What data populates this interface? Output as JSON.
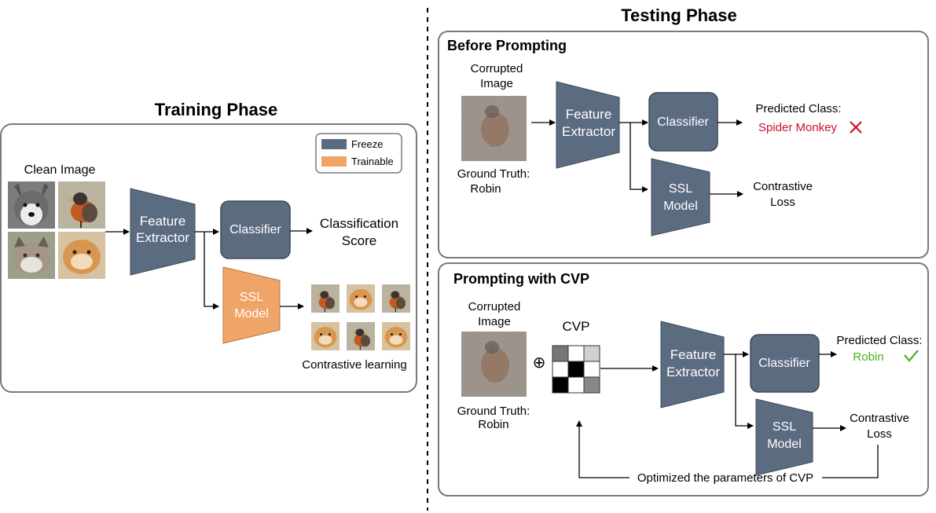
{
  "legend": {
    "freeze": "Freeze",
    "trainable": "Trainable"
  },
  "colors": {
    "freeze": "#5b6b80",
    "trainable": "#efa468",
    "panel_border": "#7a7a7a",
    "wrong": "#c8102e",
    "right": "#4caf1e"
  },
  "training": {
    "title": "Training Phase",
    "clean_image_label": "Clean Image",
    "feature_extractor": [
      "Feature",
      "Extractor"
    ],
    "classifier": "Classifier",
    "ssl_model": [
      "SSL",
      "Model"
    ],
    "classification_score": [
      "Classification",
      "Score"
    ],
    "contrastive_learning": "Contrastive learning",
    "images": [
      "dog",
      "robin",
      "cat",
      "hamster"
    ],
    "augmented_images": [
      "robin-crop",
      "hamster-crop",
      "robin-crop",
      "hamster-crop",
      "robin-crop",
      "hamster-crop"
    ]
  },
  "testing": {
    "title": "Testing Phase",
    "before": {
      "title": "Before Prompting",
      "corrupted_image": [
        "Corrupted",
        "Image"
      ],
      "ground_truth": [
        "Ground Truth:",
        "Robin"
      ],
      "feature_extractor": [
        "Feature",
        "Extractor"
      ],
      "classifier": "Classifier",
      "ssl_model": [
        "SSL",
        "Model"
      ],
      "predicted_class_label": "Predicted Class:",
      "predicted_class_value": "Spider Monkey",
      "result_icon": "cross-icon",
      "contrastive_loss": [
        "Contrastive",
        "Loss"
      ]
    },
    "cvp": {
      "title": "Prompting with CVP",
      "corrupted_image": [
        "Corrupted",
        "Image"
      ],
      "ground_truth": [
        "Ground Truth:",
        "Robin"
      ],
      "cvp_label": "CVP",
      "plus_symbol": "⊕",
      "feature_extractor": [
        "Feature",
        "Extractor"
      ],
      "classifier": "Classifier",
      "ssl_model": [
        "SSL",
        "Model"
      ],
      "predicted_class_label": "Predicted Class:",
      "predicted_class_value": "Robin",
      "result_icon": "check-icon",
      "contrastive_loss": [
        "Contrastive",
        "Loss"
      ],
      "feedback_label": "Optimized the parameters of CVP"
    }
  }
}
